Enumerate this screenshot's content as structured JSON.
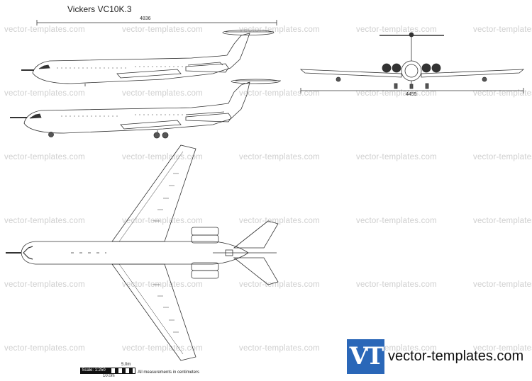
{
  "title": "Vickers VC10K.3",
  "watermark_text": "vector-templates.com",
  "dimensions": {
    "length": "4836",
    "span": "4455"
  },
  "scale": {
    "label": "Scale: 1:250",
    "top_mark": "5.0m",
    "bottom_mark": "10.0m",
    "note": "All measurements in centimeters"
  },
  "logo": {
    "mark": "VT",
    "text": "vector-templates.com",
    "color": "#2a67b8"
  },
  "views": [
    "side-view-1",
    "side-view-2",
    "front-view",
    "top-view"
  ]
}
